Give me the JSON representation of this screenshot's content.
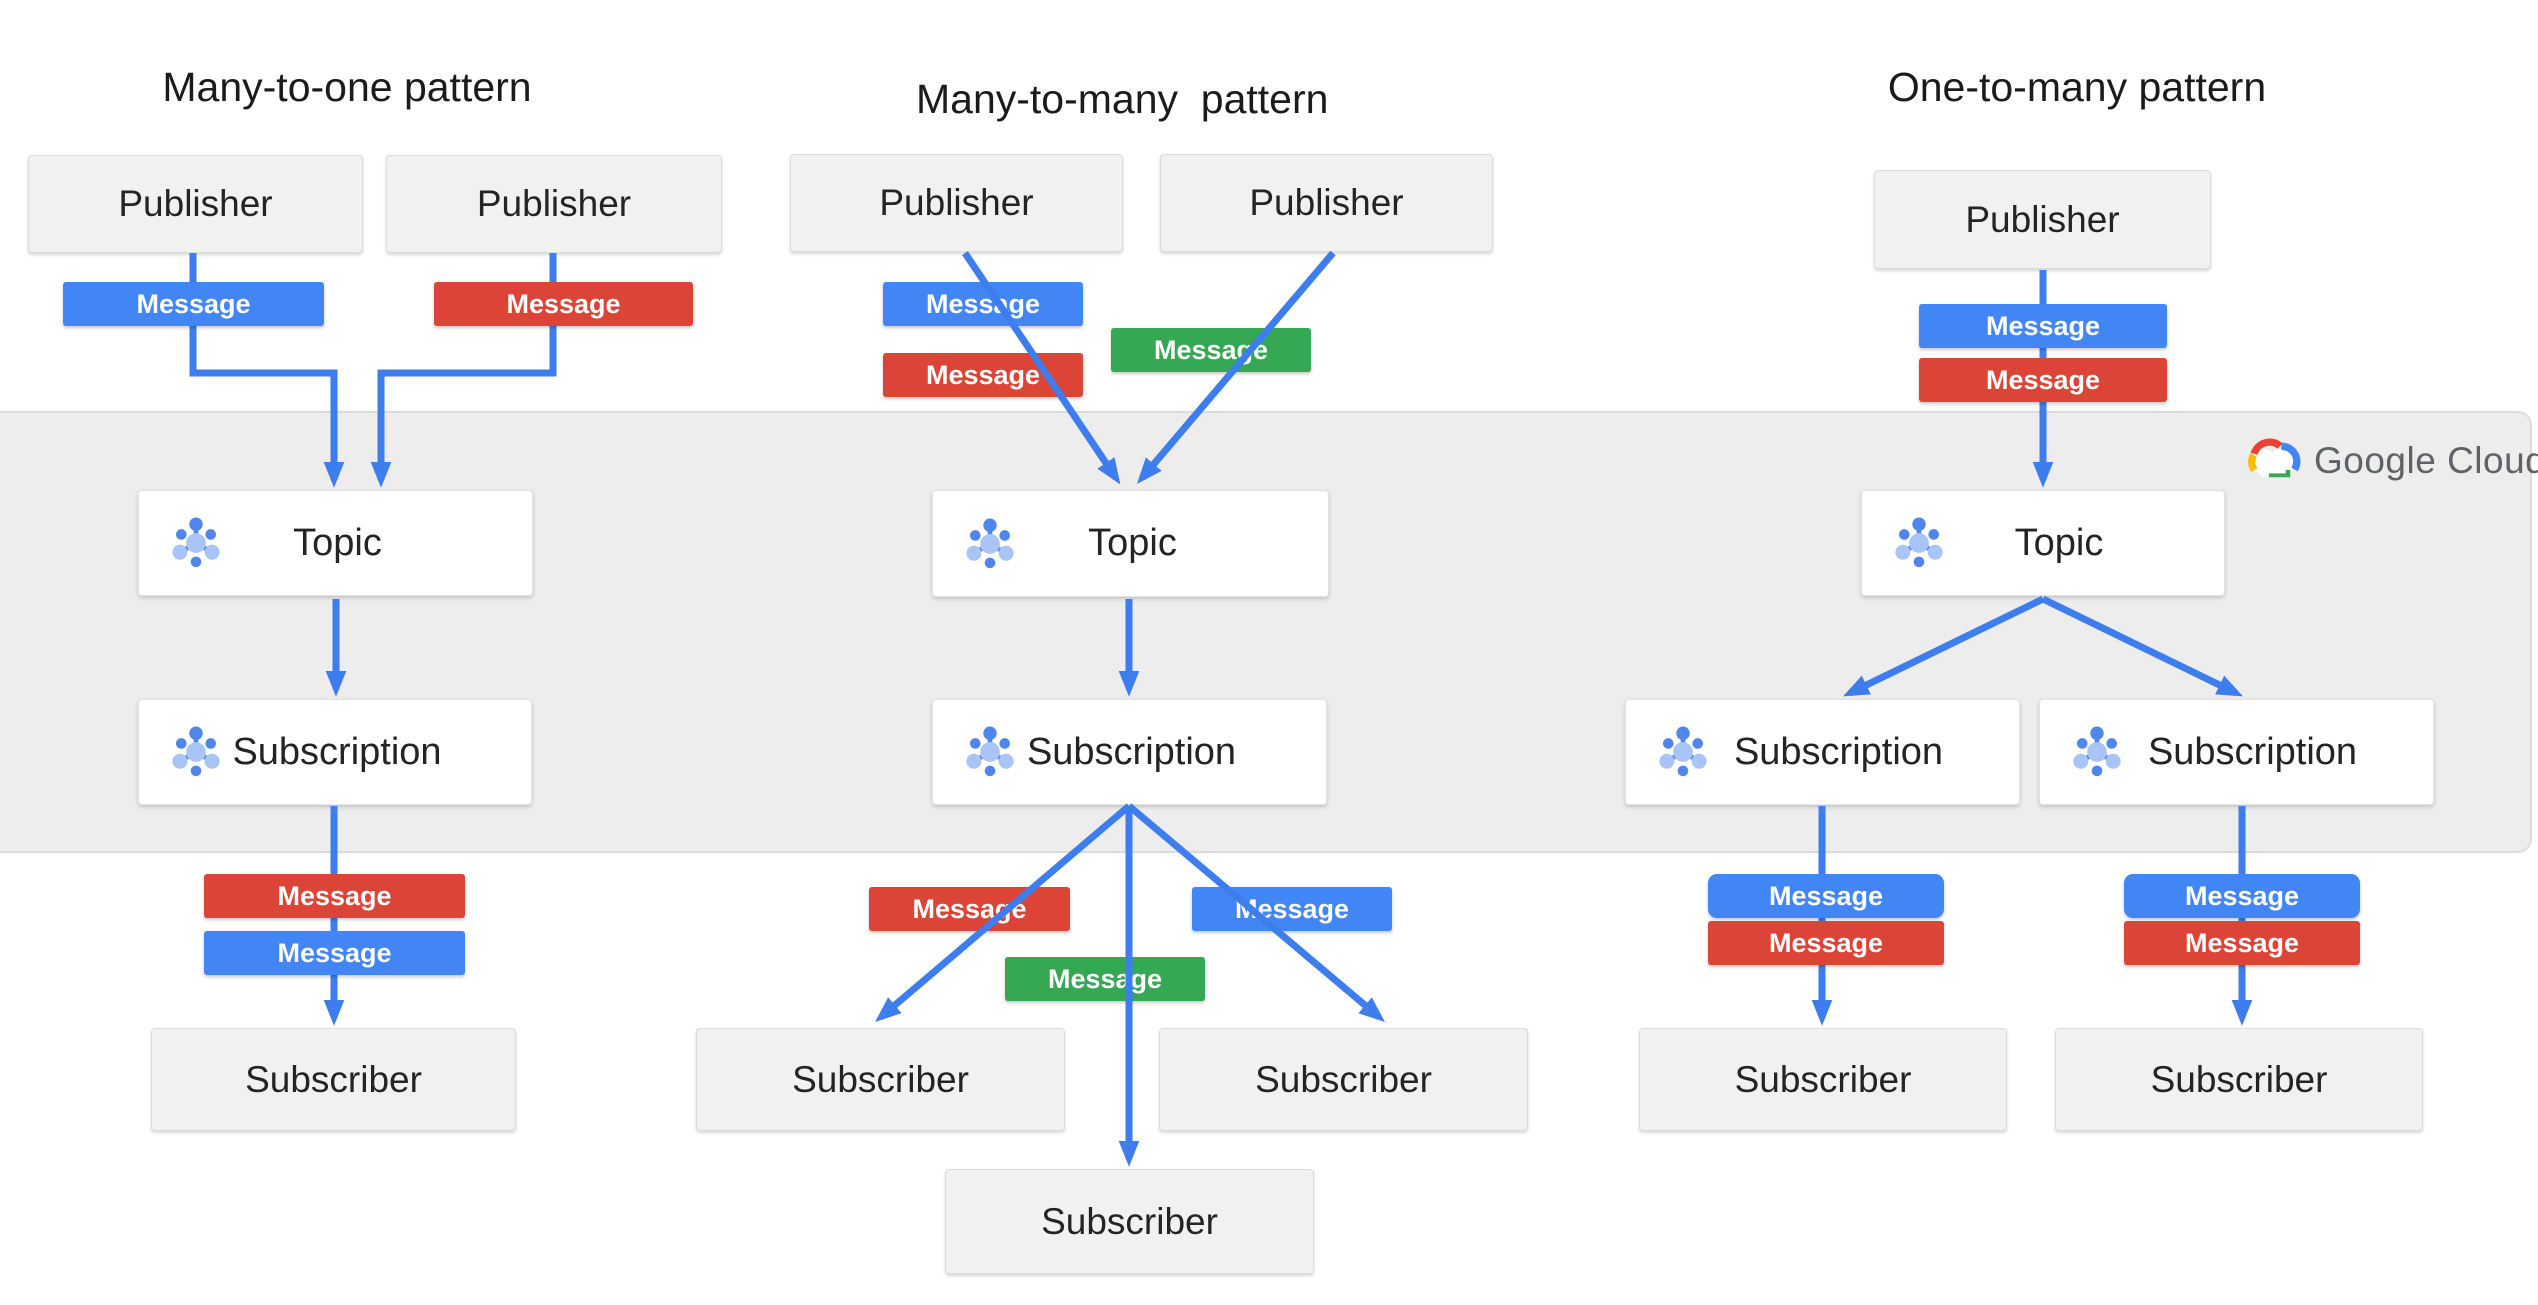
{
  "logo": {
    "text": "Google Cloud"
  },
  "labels": {
    "publisher": "Publisher",
    "message": "Message",
    "topic": "Topic",
    "subscription": "Subscription",
    "subscriber": "Subscriber"
  },
  "colors": {
    "message_blue": "#4285F4",
    "message_red": "#DB4437",
    "message_green": "#34A853",
    "arrow_blue": "#3D7DEE",
    "band_gray": "#EDEDED",
    "box_gray": "#F1F1F1",
    "text_dark": "#242424",
    "logo_text_gray": "#5F6368",
    "icon_blue_medium": "#5086EC",
    "icon_blue_light": "#A9C5F8",
    "logo_red": "#EA4335",
    "logo_blue": "#4285F4",
    "logo_yellow": "#FBBC04",
    "logo_green": "#34A853"
  },
  "patterns": [
    {
      "title": "Many-to-one pattern",
      "publishers": [
        "Publisher",
        "Publisher"
      ],
      "publisher_messages": [
        "blue",
        "red"
      ],
      "topic": "Topic",
      "subscriptions": [
        "Subscription"
      ],
      "subscriber_messages": [
        "red",
        "blue"
      ],
      "subscribers": [
        "Subscriber"
      ]
    },
    {
      "title": "Many-to-many  pattern",
      "publishers": [
        "Publisher",
        "Publisher"
      ],
      "publisher_messages": [
        "blue",
        "red",
        "green"
      ],
      "topic": "Topic",
      "subscriptions": [
        "Subscription"
      ],
      "subscriber_messages": [
        "red",
        "green",
        "blue"
      ],
      "subscribers": [
        "Subscriber",
        "Subscriber",
        "Subscriber"
      ]
    },
    {
      "title": "One-to-many pattern",
      "publishers": [
        "Publisher"
      ],
      "publisher_messages": [
        "blue",
        "red"
      ],
      "topic": "Topic",
      "subscriptions": [
        "Subscription",
        "Subscription"
      ],
      "subscriber_messages": [
        "blue",
        "red",
        "blue",
        "red"
      ],
      "subscribers": [
        "Subscriber",
        "Subscriber"
      ]
    }
  ]
}
